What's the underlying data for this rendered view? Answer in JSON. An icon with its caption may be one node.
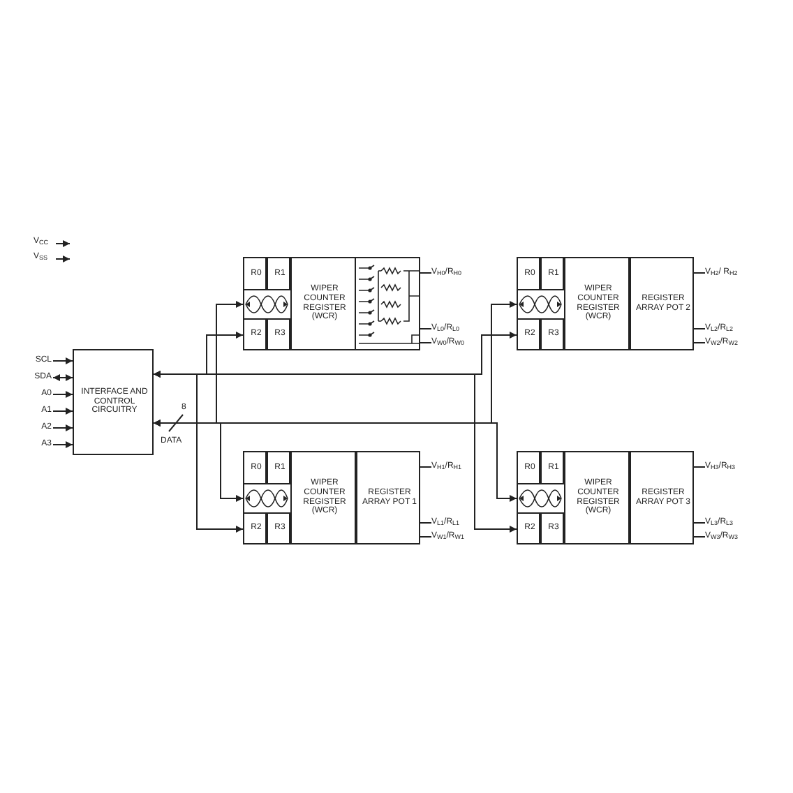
{
  "diagram": {
    "nodes": [
      {
        "text": [
          "INTERFACE AND CONTROL CIRCUITRY"
        ]
      },
      {
        "text": [],
        "shape": "box"
      },
      {
        "text": [
          "R0"
        ],
        "in": 1
      },
      {
        "text": [
          "R1"
        ],
        "in": 1
      },
      {
        "text": [
          "R2"
        ],
        "in": 1
      },
      {
        "text": [
          "R3"
        ],
        "in": 1
      },
      {
        "text": [
          "WIPER COUNTER REGISTER (WCR)"
        ],
        "in": 1
      },
      {
        "text": [],
        "shape": "picture",
        "in": 1
      },
      {
        "text": [
          "V$_{H0}$/R$_{H0}$"
        ]
      },
      {
        "text": [
          "V$_{L0}$/R$_{L0}$"
        ]
      },
      {
        "text": [
          "V$_{W0}$/R$_{W0}$"
        ]
      },
      {
        "text": [],
        "shape": "box"
      },
      {
        "text": [
          "R0"
        ],
        "in": 11
      },
      {
        "text": [
          "R1"
        ],
        "in": 11
      },
      {
        "text": [
          "R2"
        ],
        "in": 11
      },
      {
        "text": [
          "R3"
        ],
        "in": 11
      },
      {
        "text": [
          "WIPER COUNTER REGISTER (WCR)"
        ],
        "in": 11
      },
      {
        "text": [
          "REGISTER ARRAY POT 2"
        ],
        "in": 11
      },
      {
        "text": [
          "V$_{H2}$/ R$_{H2}$"
        ]
      },
      {
        "text": [
          "V$_{L2}$/R$_{L2}$"
        ]
      },
      {
        "text": [
          "V$_{W2}$/R$_{W2}$"
        ]
      },
      {
        "text": [],
        "shape": "box"
      },
      {
        "text": [
          "R0"
        ],
        "in": 21
      },
      {
        "text": [
          "R1"
        ],
        "in": 21
      },
      {
        "text": [
          "R2"
        ],
        "in": 21
      },
      {
        "text": [
          "R3"
        ],
        "in": 21
      },
      {
        "text": [
          "WIPER COUNTER REGISTER (WCR)"
        ],
        "in": 21
      },
      {
        "text": [
          "REGISTER ARRAY POT 1"
        ],
        "in": 21
      },
      {
        "text": [
          "V$_{H1}$/R$_{H1}$"
        ]
      },
      {
        "text": [
          "V$_{L1}$/R$_{L1}$"
        ]
      },
      {
        "text": [
          "V$_{W1}$/R$_{W1}$"
        ]
      },
      {
        "text": [],
        "shape": "box"
      },
      {
        "text": [
          "R0"
        ],
        "in": 31
      },
      {
        "text": [
          "R1"
        ],
        "in": 31
      },
      {
        "text": [
          "R2"
        ],
        "in": 31
      },
      {
        "text": [
          "R3"
        ],
        "in": 31
      },
      {
        "text": [
          "WIPER COUNTER REGISTER (WCR)"
        ],
        "in": 31
      },
      {
        "text": [
          "REGISTER ARRAY POT 3"
        ],
        "in": 31
      },
      {
        "text": [
          "V$_{H3}$/R$_{H3}$"
        ]
      },
      {
        "text": [
          "V$_{L3}$/R$_{L3}$"
        ]
      },
      {
        "text": [
          "V$_{W3}$/R$_{W3}$"
        ]
      },
      {
        "text": [
          "SCL"
        ]
      },
      {
        "text": [
          "SDA"
        ]
      },
      {
        "text": [
          "A0"
        ]
      },
      {
        "text": [
          "A1"
        ]
      },
      {
        "text": [
          "A2"
        ]
      },
      {
        "text": [
          "A3"
        ]
      }
    ],
    "edges": [
      {
        "from": 41,
        "to": 0,
        "arrow": "to"
      },
      {
        "from": 42,
        "to": 0,
        "arrow": "both"
      },
      {
        "from": 43,
        "to": 0,
        "arrow": "to"
      },
      {
        "from": 44,
        "to": 0,
        "arrow": "to"
      },
      {
        "from": 45,
        "to": 0,
        "arrow": "to"
      },
      {
        "from": 46,
        "to": 0,
        "arrow": "to"
      },
      {
        "from": 0,
        "to": 1,
        "arrow": "both"
      },
      {
        "from": 0,
        "to": 4,
        "arrow": "both"
      },
      {
        "from": 0,
        "to": 11,
        "arrow": "both"
      },
      {
        "from": 0,
        "to": 14,
        "arrow": "both"
      },
      {
        "from": 0,
        "to": 21,
        "arrow": "both"
      },
      {
        "from": 0,
        "to": 24,
        "arrow": "both"
      },
      {
        "from": 0,
        "to": 31,
        "arrow": "both"
      },
      {
        "from": 0,
        "to": 34,
        "arrow": "both"
      },
      {
        "from": 7,
        "to": 8,
        "arrow": "none"
      },
      {
        "from": 7,
        "to": 9,
        "arrow": "none"
      },
      {
        "from": 7,
        "to": 10,
        "arrow": "none"
      },
      {
        "from": 17,
        "to": 18,
        "arrow": "none"
      },
      {
        "from": 17,
        "to": 19,
        "arrow": "none"
      },
      {
        "from": 17,
        "to": 20,
        "arrow": "none"
      },
      {
        "from": 27,
        "to": 28,
        "arrow": "none"
      },
      {
        "from": 27,
        "to": 29,
        "arrow": "none"
      },
      {
        "from": 27,
        "to": 30,
        "arrow": "none"
      },
      {
        "from": 37,
        "to": 38,
        "arrow": "none"
      },
      {
        "from": 37,
        "to": 39,
        "arrow": "none"
      },
      {
        "from": 37,
        "to": 40,
        "arrow": "none"
      }
    ],
    "labels": [
      "V$_{CC}$",
      "V$_{SS}$",
      "8",
      "DATA"
    ]
  }
}
